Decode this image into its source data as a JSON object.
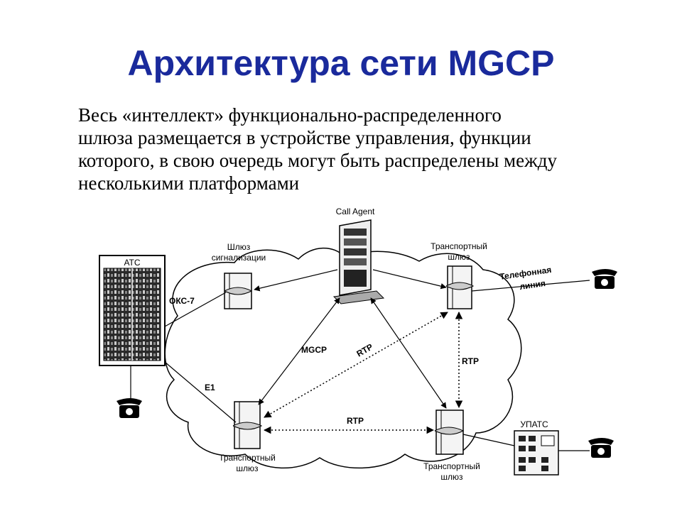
{
  "title": "Архитектура сети MGCP",
  "intro_lines": [
    "Весь «интеллект» функционально-распределенного",
    "шлюза размещается в устройстве управления, функции",
    "которого, в свою очередь могут быть распределены между",
    "несколькими платформами"
  ],
  "diagram": {
    "call_agent": "Call Agent",
    "signaling_gw": [
      "Шлюз",
      "сигнализации"
    ],
    "atc": "АТС",
    "transport_gw_top": [
      "Транспортный",
      "шлюз"
    ],
    "transport_gw_left": [
      "Транспортный",
      "шлюз"
    ],
    "transport_gw_right": [
      "Транспортный",
      "шлюз"
    ],
    "phone_line": [
      "Телефонная",
      "линия"
    ],
    "upats": "УПАТС",
    "okc7": "ОКС-7",
    "e1": "E1",
    "mgcp": "MGCP",
    "rtp_diag": "RTP",
    "rtp_vert": "RTP",
    "rtp_horiz": "RTP"
  }
}
